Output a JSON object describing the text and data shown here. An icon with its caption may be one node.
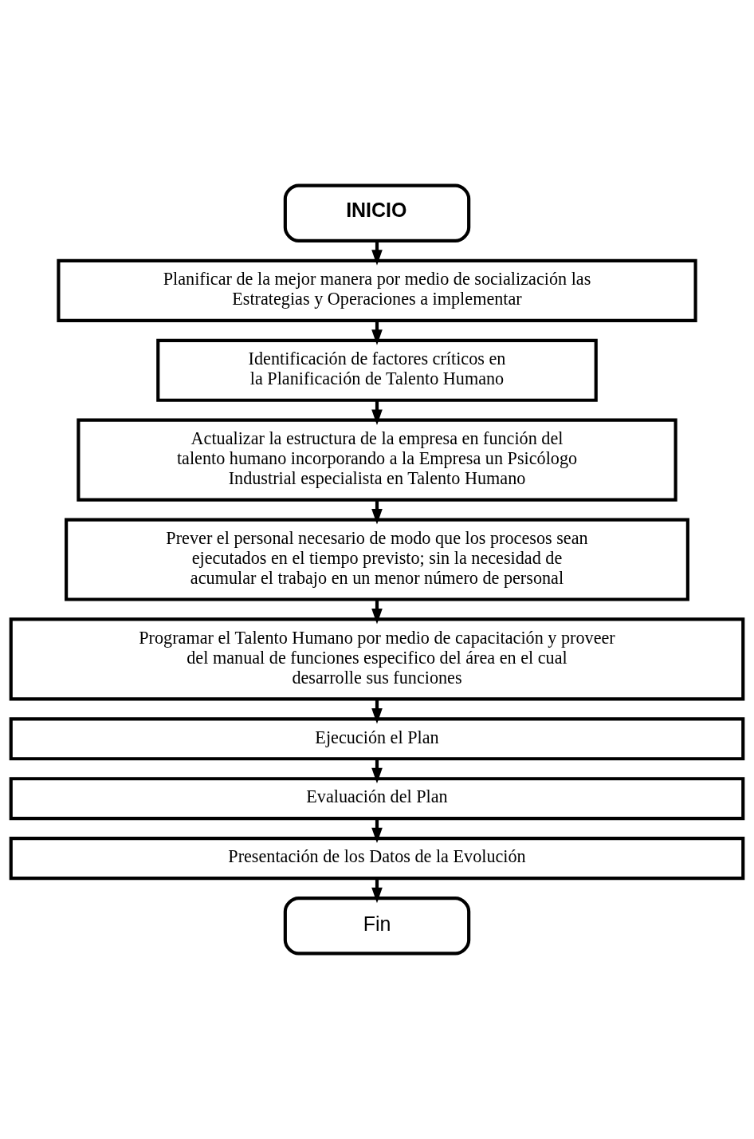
{
  "diagram": {
    "nodes": [
      {
        "text": [
          "INICIO"
        ]
      },
      {
        "text": [
          "Planificar de la mejor manera por medio de socialización las Estrategias y Operaciones a implementar"
        ]
      },
      {
        "text": [
          "Identificación de factores críticos en la Planificación de Talento Humano"
        ]
      },
      {
        "text": [
          "Actualizar la estructura de la empresa en función del talento humano incorporando a la Empresa un Psicólogo Industrial especialista en Talento Humano"
        ]
      },
      {
        "text": [
          "Prever el personal necesario de modo que los procesos sean ejecutados en el tiempo previsto; sin la necesidad de acumular el trabajo en un menor número de personal"
        ]
      },
      {
        "text": [
          "Programar el Talento Humano por medio de capacitación y proveer del manual de funciones especifico del área en el cual desarrolle sus funciones"
        ]
      },
      {
        "text": [
          "Ejecución el Plan"
        ]
      },
      {
        "text": [
          "Evaluación del Plan"
        ]
      },
      {
        "text": [
          "Presentación de los Datos de la Evolución"
        ]
      },
      {
        "text": [
          "Fin"
        ]
      }
    ],
    "edges": [
      {
        "from": 0,
        "to": 1,
        "arrow": "to"
      },
      {
        "from": 1,
        "to": 2,
        "arrow": "to"
      },
      {
        "from": 2,
        "to": 3,
        "arrow": "to"
      },
      {
        "from": 3,
        "to": 4,
        "arrow": "to"
      },
      {
        "from": 4,
        "to": 5,
        "arrow": "to"
      },
      {
        "from": 5,
        "to": 6,
        "arrow": "to"
      },
      {
        "from": 6,
        "to": 7,
        "arrow": "to"
      },
      {
        "from": 7,
        "to": 8,
        "arrow": "to"
      },
      {
        "from": 8,
        "to": 9,
        "arrow": "to"
      }
    ]
  }
}
